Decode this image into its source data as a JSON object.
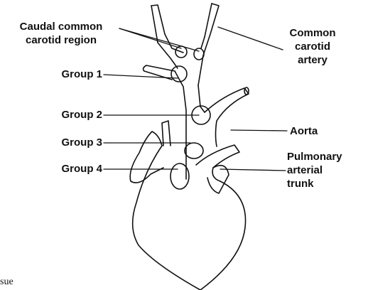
{
  "labels": {
    "caudal_common_carotid_region": [
      "Caudal common",
      "carotid region"
    ],
    "common_carotid_artery": [
      "Common",
      "carotid",
      "artery"
    ],
    "group_1": "Group 1",
    "group_2": "Group 2",
    "group_3": "Group 3",
    "group_4": "Group 4",
    "aorta": "Aorta",
    "pulmonary_arterial_trunk": [
      "Pulmonary",
      "arterial",
      "trunk"
    ]
  },
  "fragment_text": "sue"
}
